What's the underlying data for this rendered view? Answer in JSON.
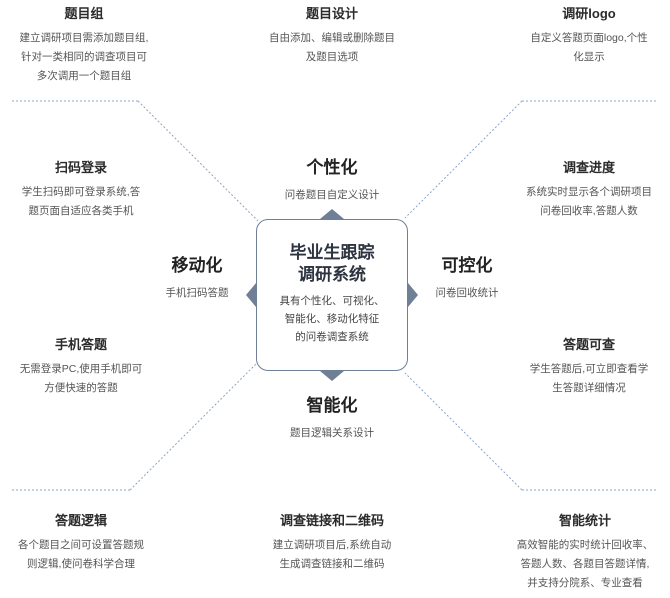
{
  "center": {
    "title": "毕业生跟踪\n调研系统",
    "desc": "具有个性化、可视化、\n智能化、移动化特征\n的问卷调查系统"
  },
  "pillars": {
    "personalization": {
      "title": "个性化",
      "desc": "问卷题目自定义设计"
    },
    "mobile": {
      "title": "移动化",
      "desc": "手机扫码答题"
    },
    "controllable": {
      "title": "可控化",
      "desc": "问卷回收统计"
    },
    "intelligent": {
      "title": "智能化",
      "desc": "题目逻辑关系设计"
    }
  },
  "features": {
    "question_group": {
      "title": "题目组",
      "desc": "建立调研项目需添加题目组,\n针对一类相同的调查项目可\n多次调用一个题目组"
    },
    "question_design": {
      "title": "题目设计",
      "desc": "自由添加、编辑或删除题目\n及题目选项"
    },
    "survey_logo": {
      "title": "调研logo",
      "desc": "自定义答题页面logo,个性\n化显示"
    },
    "qr_login": {
      "title": "扫码登录",
      "desc": "学生扫码即可登录系统,答\n题页面自适应各类手机"
    },
    "survey_progress": {
      "title": "调查进度",
      "desc": "系统实时显示各个调研项目\n问卷回收率,答题人数"
    },
    "mobile_answer": {
      "title": "手机答题",
      "desc": "无需登录PC,使用手机即可\n方便快速的答题"
    },
    "answer_review": {
      "title": "答题可查",
      "desc": "学生答题后,可立即查看学\n生答题详细情况"
    },
    "answer_logic": {
      "title": "答题逻辑",
      "desc": "各个题目之间可设置答题规\n则逻辑,使问卷科学合理"
    },
    "survey_link_qr": {
      "title": "调查链接和二维码",
      "desc": "建立调研项目后,系统自动\n生成调查链接和二维码"
    },
    "smart_stats": {
      "title": "智能统计",
      "desc": "高效智能的实时统计回收率、\n答题人数、各题目答题详情,\n并支持分院系、专业查看"
    }
  },
  "colors": {
    "line": "#8aa6c6",
    "box_border": "#6e7f96",
    "pointer": "#6e7f96"
  }
}
